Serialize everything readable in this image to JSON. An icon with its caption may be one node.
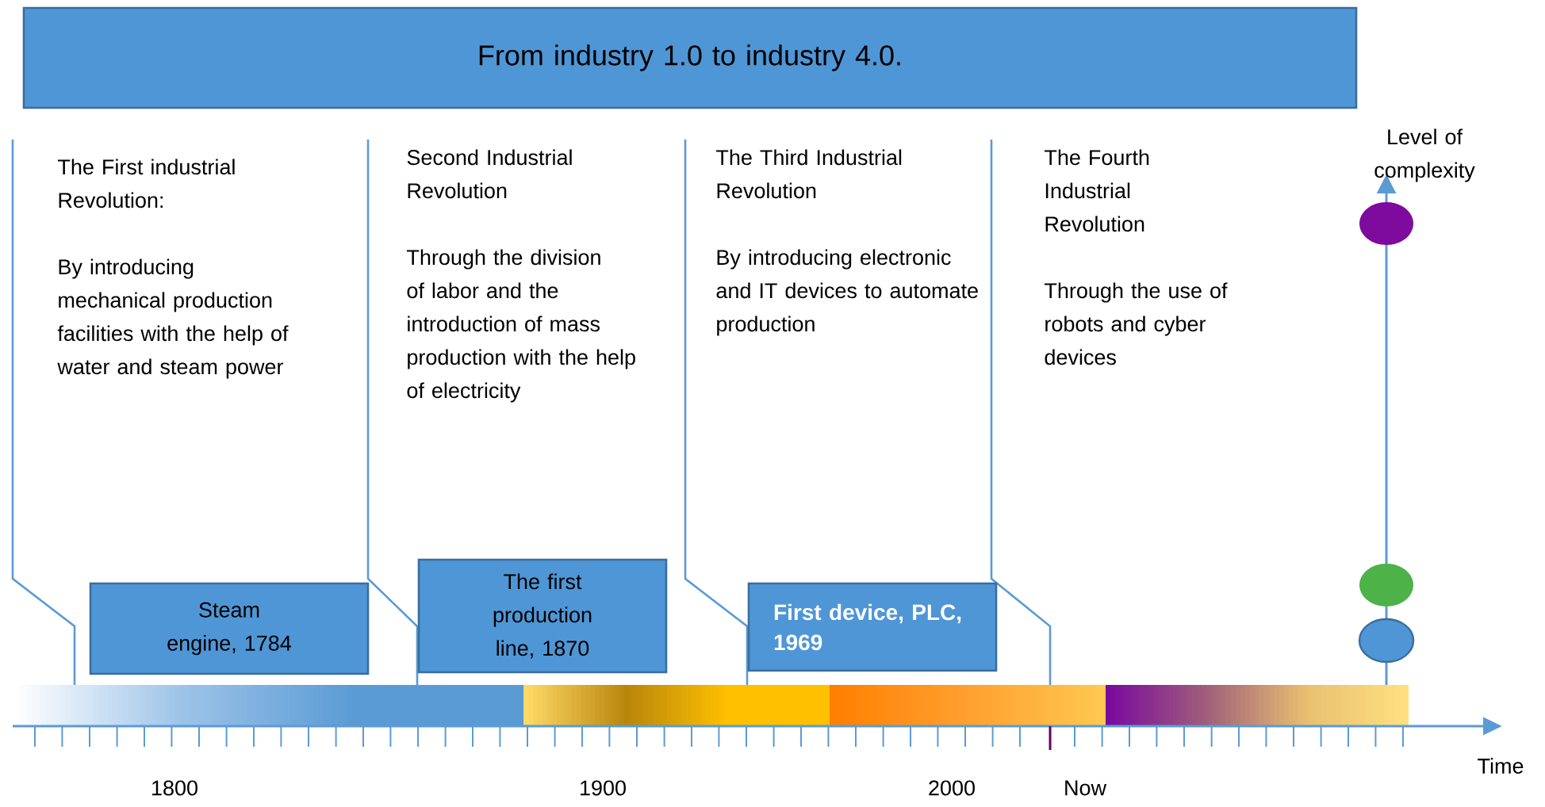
{
  "diagram": {
    "nodes": [
      {
        "text": [
          "From industry 1.0 to industry 4.0."
        ]
      },
      {
        "text": [
          "Steam engine, 1784"
        ]
      },
      {
        "text": [
          "The first production line, 1870"
        ]
      },
      {
        "text": [
          "First device, PLC, 1969"
        ]
      },
      {
        "text": [],
        "shape": "circle"
      },
      {
        "text": [],
        "shape": "circle"
      },
      {
        "text": [],
        "shape": "circle"
      }
    ],
    "labels": [
      "The First industrial Revolution:",
      "By introducing mechanical production facilities with the help of water and steam power",
      "Second Industrial Revolution",
      "Through the division of labor and the introduction of mass production with the help of electricity",
      "The Third Industrial Revolution",
      "By introducing electronic and IT devices to automate production",
      "The Fourth Industrial Revolution",
      "Through the use of robots and cyber devices",
      "Level of complexity",
      "1800",
      "1900",
      "2000",
      "Now",
      "Time"
    ]
  }
}
